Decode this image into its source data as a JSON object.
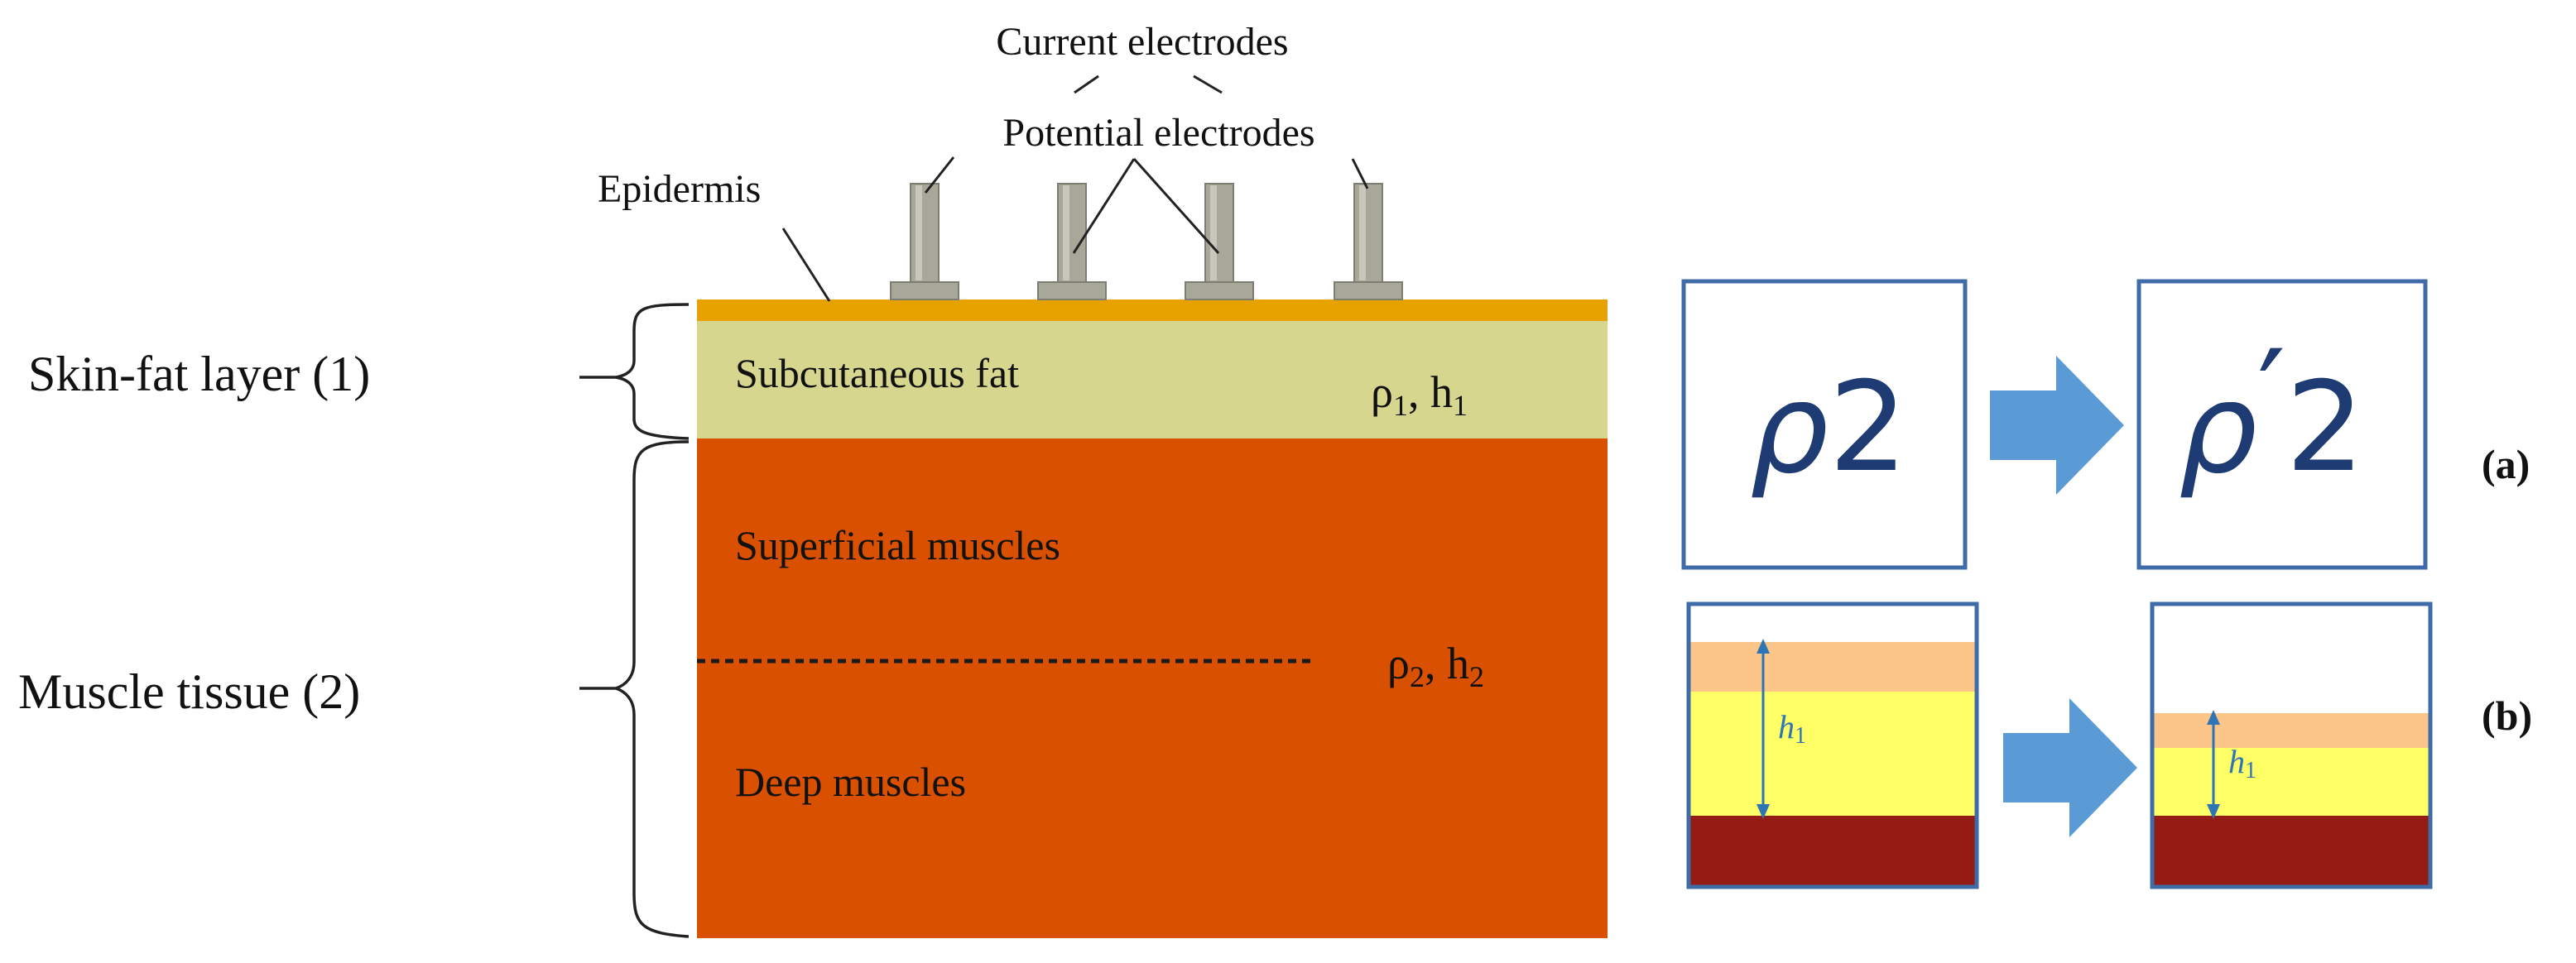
{
  "labels": {
    "current_electrodes": "Current electrodes",
    "potential_electrodes": "Potential electrodes",
    "epidermis": "Epidermis",
    "skin_fat_layer": "Skin-fat layer (1)",
    "muscle_tissue": "Muscle tissue (2)",
    "subcutaneous_fat": "Subcutaneous fat",
    "superficial_muscles": "Superficial muscles",
    "deep_muscles": "Deep muscles"
  },
  "params": {
    "layer1": {
      "rho": "ρ",
      "rho_sub": "1",
      "sep": ", h",
      "h_sub": "1"
    },
    "layer2": {
      "rho": "ρ",
      "rho_sub": "2",
      "sep": ", h",
      "h_sub": "2"
    }
  },
  "panel_a": {
    "tag": "(a)",
    "before": {
      "symbol": "ρ",
      "sub": "2"
    },
    "after": {
      "symbol": "ρ",
      "prime": "′",
      "sub": "2"
    }
  },
  "panel_b": {
    "tag": "(b)",
    "h_symbol": "h",
    "h_sub": "1"
  },
  "colors": {
    "epidermis": "#E8A200",
    "fat": "#D6D68F",
    "muscle": "#D85000",
    "electrode": "#A8A89A",
    "box_border": "#3F6CA8",
    "arrow": "#5A9BD5",
    "rho_text": "#1F3B73",
    "skin_peach": "#FCC58A",
    "fat_yellow": "#FFFF66",
    "muscle_dark": "#951C14",
    "h_marker": "#2E75B6"
  }
}
